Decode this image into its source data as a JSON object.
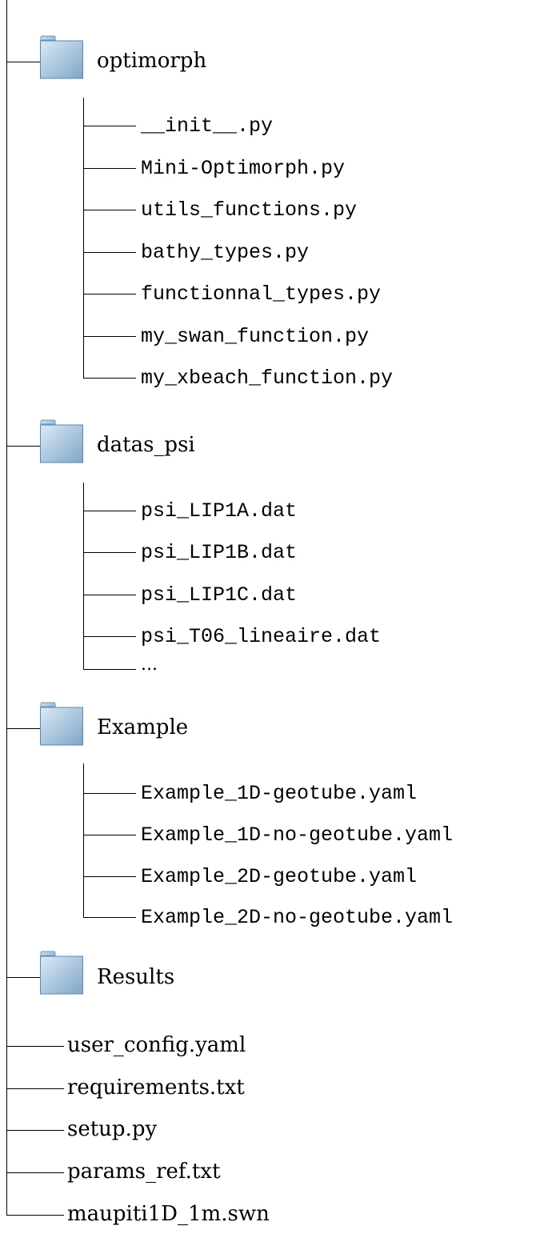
{
  "tree": {
    "folders": [
      {
        "name": "optimorph",
        "files": [
          "__init__.py",
          "Mini-Optimorph.py",
          "utils_functions.py",
          "bathy_types.py",
          "functionnal_types.py",
          "my_swan_function.py",
          "my_xbeach_function.py"
        ]
      },
      {
        "name": "datas_psi",
        "files": [
          "psi_LIP1A.dat",
          "psi_LIP1B.dat",
          "psi_LIP1C.dat",
          "psi_T06_lineaire.dat"
        ],
        "ellipsis": "..."
      },
      {
        "name": "Example",
        "files": [
          "Example_1D-geotube.yaml",
          "Example_1D-no-geotube.yaml",
          "Example_2D-geotube.yaml",
          "Example_2D-no-geotube.yaml"
        ]
      },
      {
        "name": "Results",
        "files": []
      }
    ],
    "root_files": [
      "user_config.yaml",
      "requirements.txt",
      "setup.py",
      "params_ref.txt",
      "maupiti1D_1m.swn"
    ]
  },
  "colors": {
    "folder_light": "#d6e6f4",
    "folder_dark": "#7aa3c6",
    "folder_edge": "#5b87ad",
    "line": "#000000"
  }
}
